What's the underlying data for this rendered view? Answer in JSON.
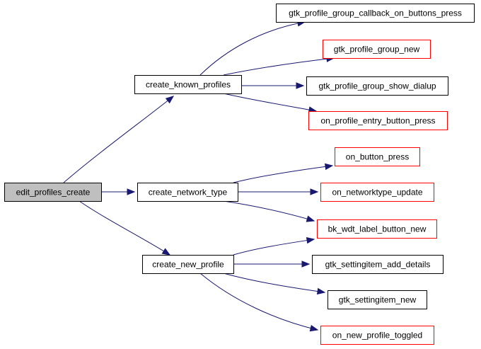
{
  "colors": {
    "edge": "#191970",
    "root_fill": "#bfbfbf",
    "node_fill": "#ffffff",
    "border_documented": "#000000",
    "border_external": "#ff0000"
  },
  "nodes": {
    "edit_profiles_create": {
      "label": "edit_profiles_create",
      "kind": "root"
    },
    "create_known_profiles": {
      "label": "create_known_profiles",
      "kind": "documented"
    },
    "create_network_type": {
      "label": "create_network_type",
      "kind": "documented"
    },
    "create_new_profile": {
      "label": "create_new_profile",
      "kind": "documented"
    },
    "gtk_profile_group_callback_on_buttons_press": {
      "label": "gtk_profile_group_callback_on_buttons_press",
      "kind": "documented"
    },
    "gtk_profile_group_new": {
      "label": "gtk_profile_group_new",
      "kind": "external"
    },
    "gtk_profile_group_show_dialup": {
      "label": "gtk_profile_group_show_dialup",
      "kind": "documented"
    },
    "on_profile_entry_button_press": {
      "label": "on_profile_entry_button_press",
      "kind": "external"
    },
    "on_button_press": {
      "label": "on_button_press",
      "kind": "external"
    },
    "on_networktype_update": {
      "label": "on_networktype_update",
      "kind": "external"
    },
    "bk_wdt_label_button_new": {
      "label": "bk_wdt_label_button_new",
      "kind": "external"
    },
    "gtk_settingitem_add_details": {
      "label": "gtk_settingitem_add_details",
      "kind": "documented"
    },
    "gtk_settingitem_new": {
      "label": "gtk_settingitem_new",
      "kind": "documented"
    },
    "on_new_profile_toggled": {
      "label": "on_new_profile_toggled",
      "kind": "external"
    }
  },
  "edges": [
    {
      "from": "edit_profiles_create",
      "to": "create_known_profiles"
    },
    {
      "from": "edit_profiles_create",
      "to": "create_network_type"
    },
    {
      "from": "edit_profiles_create",
      "to": "create_new_profile"
    },
    {
      "from": "create_known_profiles",
      "to": "gtk_profile_group_callback_on_buttons_press"
    },
    {
      "from": "create_known_profiles",
      "to": "gtk_profile_group_new"
    },
    {
      "from": "create_known_profiles",
      "to": "gtk_profile_group_show_dialup"
    },
    {
      "from": "create_known_profiles",
      "to": "on_profile_entry_button_press"
    },
    {
      "from": "create_network_type",
      "to": "on_button_press"
    },
    {
      "from": "create_network_type",
      "to": "on_networktype_update"
    },
    {
      "from": "create_network_type",
      "to": "bk_wdt_label_button_new"
    },
    {
      "from": "create_new_profile",
      "to": "bk_wdt_label_button_new"
    },
    {
      "from": "create_new_profile",
      "to": "gtk_settingitem_add_details"
    },
    {
      "from": "create_new_profile",
      "to": "gtk_settingitem_new"
    },
    {
      "from": "create_new_profile",
      "to": "on_new_profile_toggled"
    }
  ]
}
